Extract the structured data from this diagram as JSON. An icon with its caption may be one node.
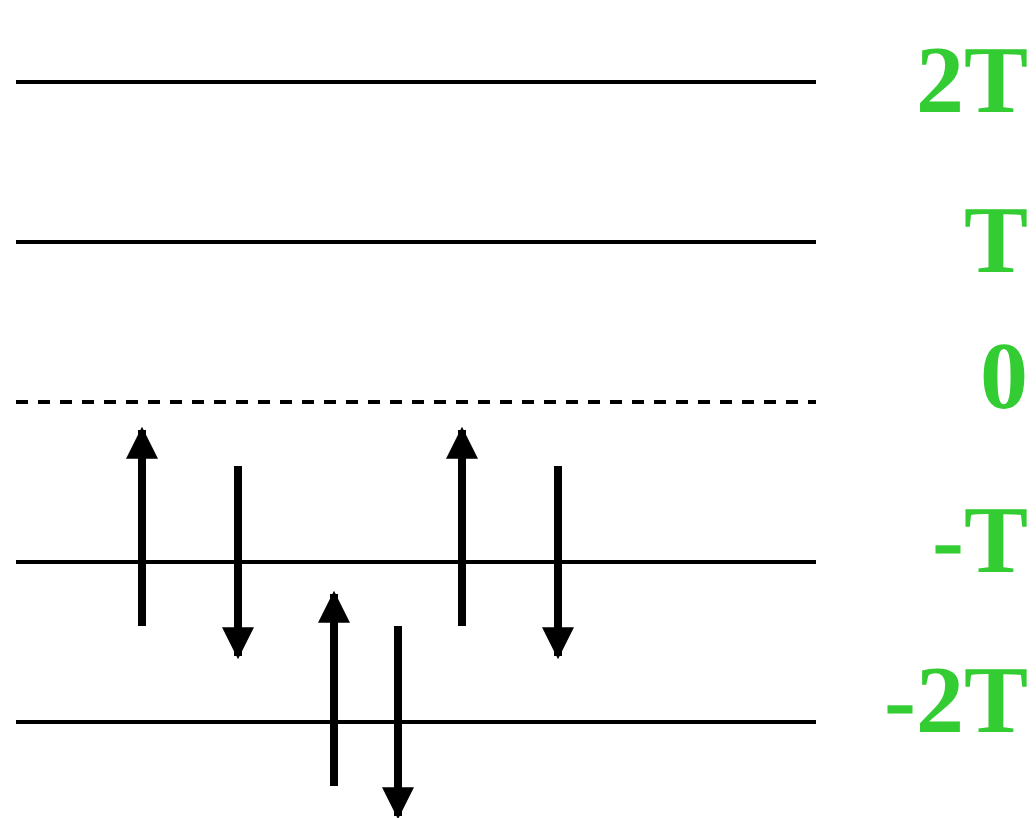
{
  "diagram": {
    "labels": [
      "2T",
      "T",
      "0",
      "-T",
      "-2T"
    ]
  }
}
